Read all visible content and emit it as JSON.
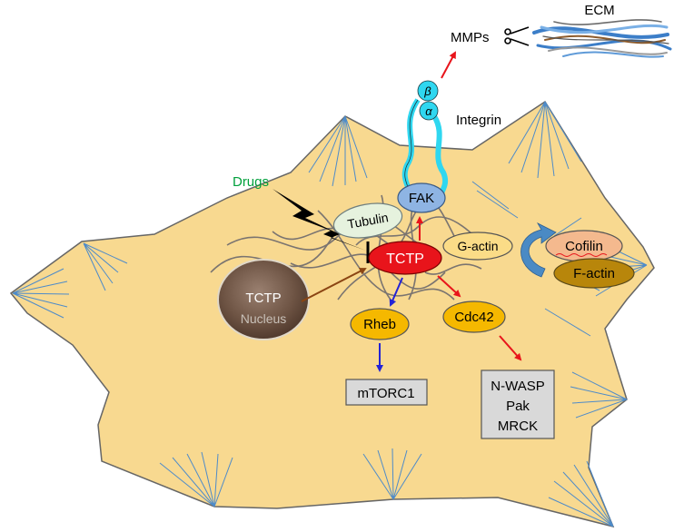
{
  "labels": {
    "ecm": "ECM",
    "mmps": "MMPs",
    "integrin": "Integrin",
    "beta": "β",
    "alpha": "α",
    "fak": "FAK",
    "drugs": "Drugs",
    "tubulin": "Tubulin",
    "tctp": "TCTP",
    "g_actin": "G-actin",
    "cofilin": "Cofilin",
    "f_actin": "F-actin",
    "nucleus_tctp": "TCTP",
    "nucleus": "Nucleus",
    "rheb": "Rheb",
    "cdc42": "Cdc42",
    "mtorc1": "mTORC1",
    "effectors": [
      "N-WASP",
      "Pak",
      "MRCK"
    ]
  },
  "colors": {
    "cell": "#F8D990",
    "cell_outline": "#666666",
    "tctp": "#E8141B",
    "fak": "#8EB4E3",
    "tubulin": "#E6F2DE",
    "yellow_node": "#F5B800",
    "cofilin": "#F4B98E",
    "f_actin": "#B8860B",
    "box": "#D9D9D9",
    "integrin": "#2FD7F0",
    "drugs_text": "#00A03C",
    "arrow_red": "#E8141B",
    "arrow_blue": "#2323D6",
    "arrow_brown": "#8B4513",
    "cycle_arrow": "#4A8AC4"
  }
}
